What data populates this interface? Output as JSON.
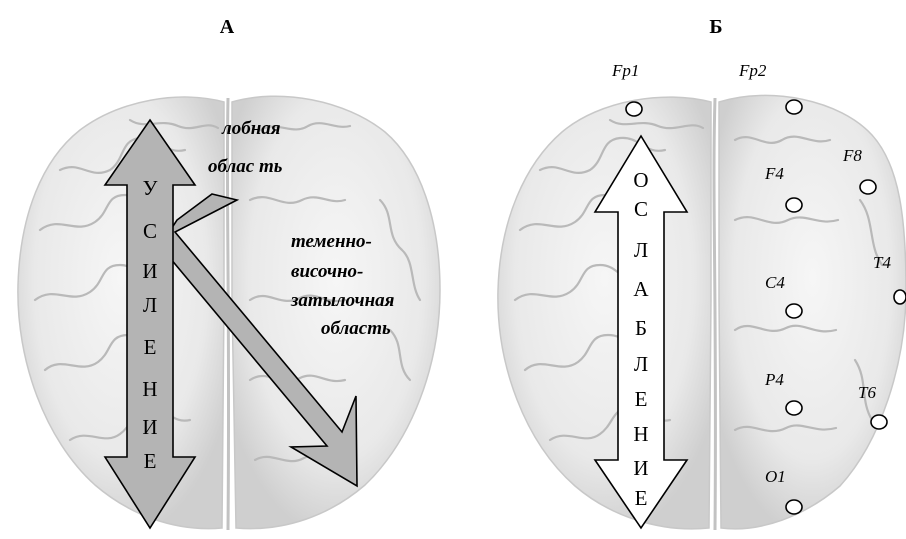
{
  "panel_a": {
    "label": "А",
    "arrow_letters": [
      "У",
      "С",
      "И",
      "Л",
      "Е",
      "Н",
      "И",
      "Е"
    ],
    "regions": {
      "frontal": [
        "лобная",
        "облас ть"
      ],
      "parietal": [
        "теменно-",
        "височно-",
        "затылочная",
        "область"
      ]
    },
    "colors": {
      "arrow_fill": "#b4b4b4",
      "arrow_stroke": "#000000"
    }
  },
  "panel_b": {
    "label": "Б",
    "arrow_letters": [
      "О",
      "С",
      "Л",
      "А",
      "Б",
      "Л",
      "Е",
      "Н",
      "И",
      "Е"
    ],
    "electrodes": [
      "Fp1",
      "Fp2",
      "F8",
      "F4",
      "T4",
      "C4",
      "P4",
      "T6",
      "O1"
    ],
    "colors": {
      "arrow_fill": "#ffffff",
      "arrow_stroke": "#000000"
    }
  },
  "colors": {
    "brain_fill": "#ececec",
    "brain_shadow": "#d2d2d2",
    "gyrus": "#b9b9b9"
  }
}
